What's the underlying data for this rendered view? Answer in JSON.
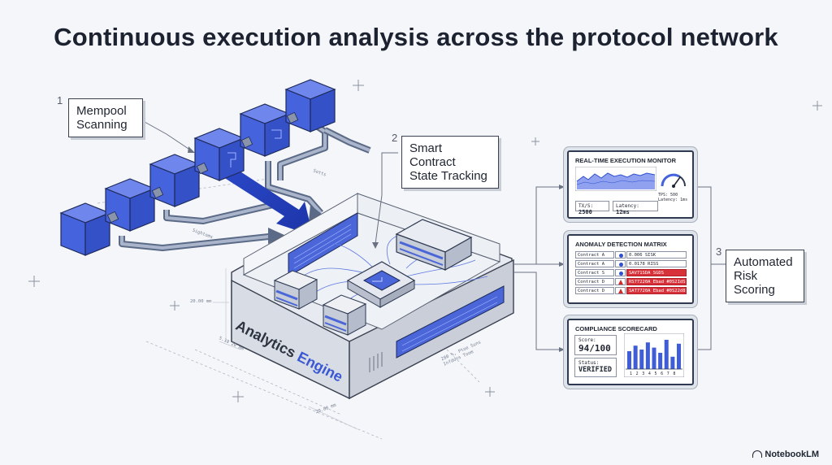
{
  "title": "Continuous execution analysis across the protocol network",
  "callouts": [
    {
      "number": "1",
      "label_line1": "Mempool",
      "label_line2": "Scanning"
    },
    {
      "number": "2",
      "label_line1": "Smart Contract",
      "label_line2": "State Tracking"
    },
    {
      "number": "3",
      "label_line1": "Automated",
      "label_line2": "Risk Scoring"
    }
  ],
  "engine_label": {
    "part1": "Analytics ",
    "part2": "Engine"
  },
  "annotations": {
    "dim_left": "20.00 mm",
    "dim_bottom_left": "5.10 20 mm",
    "dim_bottom": "20.00 mm",
    "side_note": "280 %, Ptoe Suns Infdons Toom",
    "pipe_left": "Sightoms",
    "pipe_right": "Sotts"
  },
  "monitor": {
    "title": "REAL-TIME EXECUTION MONITOR",
    "tps_label": "TX/S:",
    "tps_value": "2500",
    "latency_label": "Latency:",
    "latency_value": "12ms",
    "gauge_line1": "TPS: 500",
    "gauge_line2": "Latency: 1ms"
  },
  "anomaly": {
    "title": "ANOMALY DETECTION MATRIX",
    "rows": [
      {
        "contract": "Contract A",
        "status": "ok",
        "value": "0.006 SISK"
      },
      {
        "contract": "Contract A",
        "status": "ok",
        "value": "0.0178 RISS"
      },
      {
        "contract": "Contract S",
        "status": "ok",
        "value": "SAV71SDA SGDS"
      },
      {
        "contract": "Contract D",
        "status": "warn",
        "value": "RS77220A Ebad #0S2IdS"
      },
      {
        "contract": "Contract D",
        "status": "warn",
        "value": "SAT7720A Ebad #0S22d8"
      }
    ]
  },
  "scorecard": {
    "title": "COMPLIANCE SCORECARD",
    "score_label": "Score:",
    "score_value": "94/100",
    "status_label": "Status:",
    "status_value": "VERIFIED",
    "bars": [
      0.55,
      0.72,
      0.6,
      0.82,
      0.66,
      0.5,
      0.9,
      0.38,
      0.78
    ],
    "axis_labels": [
      "1",
      "2",
      "3",
      "4",
      "5",
      "6",
      "7",
      "8"
    ]
  },
  "footer": {
    "brand": "NotebookLM"
  },
  "colors": {
    "accent": "#4563dc",
    "dark": "#2f3a52",
    "alert": "#d8313a"
  }
}
